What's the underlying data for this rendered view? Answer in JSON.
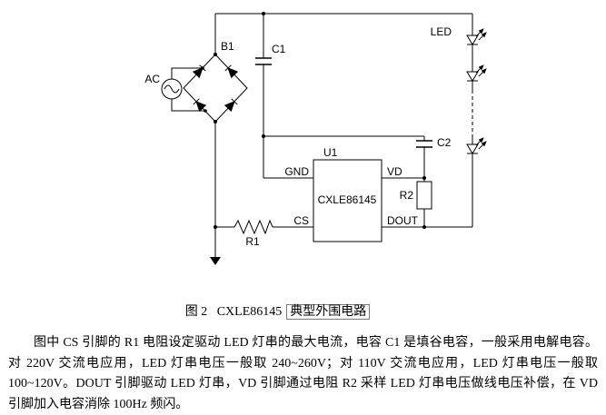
{
  "colors": {
    "ink": "#000000",
    "paper": "#ffffff"
  },
  "schematic": {
    "labels": {
      "ac": "AC",
      "bridge": "B1",
      "c1": "C1",
      "led": "LED",
      "c2": "C2",
      "u1": "U1",
      "chip": "CXLE86145",
      "r1": "R1",
      "r2": "R2",
      "pin_gnd": "GND",
      "pin_cs": "CS",
      "pin_vd": "VD",
      "pin_dout": "DOUT"
    }
  },
  "caption": {
    "part1": "图 2   CXLE86145",
    "part2": "典型外围电路"
  },
  "body": {
    "paragraph": "图中 CS 引脚的 R1 电阻设定驱动 LED 灯串的最大电流，电容 C1 是填谷电容，一般采用电解电容。对 220V 交流电应用，LED 灯串电压一般取 240~260V；对 110V 交流电应用，LED 灯串电压一般取 100~120V。DOUT 引脚驱动 LED 灯串，VD 引脚通过电阻 R2 采样 LED 灯串电压做线电压补偿，在 VD 引脚加入电容消除 100Hz 频闪。"
  }
}
